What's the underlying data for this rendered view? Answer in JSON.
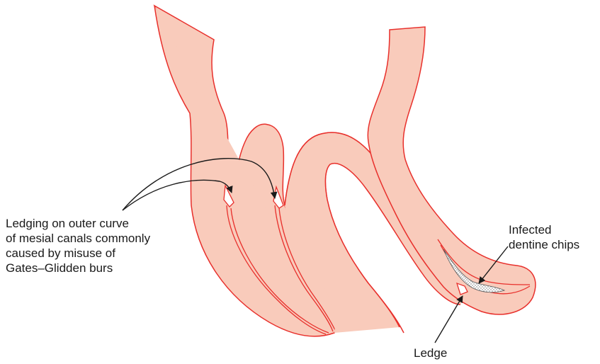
{
  "figure": {
    "labels": {
      "ledging": [
        "Ledging on outer curve",
        "of mesial canals commonly",
        "caused by misuse of",
        "Gates–Glidden burs"
      ],
      "infected": [
        "Infected",
        "dentine chips"
      ],
      "ledge": "Ledge"
    },
    "colors": {
      "tooth_fill": "#f9cbbb",
      "outline": "#e8302c",
      "arrow": "#1a1a1a",
      "chips": "#888888"
    }
  }
}
